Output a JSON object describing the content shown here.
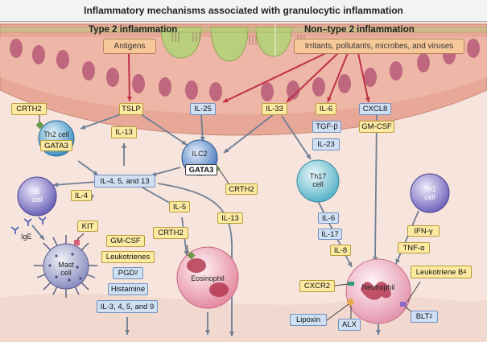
{
  "title": "Inflammatory mechanisms associated with granulocytic inflammation",
  "type2": {
    "heading": "Type 2 inflammation",
    "trigger": "Antigens"
  },
  "nontype2": {
    "heading": "Non–type 2 inflammation",
    "trigger": "Irritants, pollutants, microbes, and viruses"
  },
  "labels": {
    "crth2_th2": "CRTH2",
    "tslp": "TSLP",
    "il25": "IL-25",
    "il33": "IL-33",
    "il6_top": "IL-6",
    "cxcl8": "CXCL8",
    "gmcsf_top": "GM-CSF",
    "tgfb": "TGF-β",
    "il23": "IL-23",
    "gata3_th2": "GATA3",
    "il13_a": "IL-13",
    "gata3_ilc2": "GATA3",
    "il45and13": "IL-4, 5, and 13",
    "crth2_ilc2": "CRTH2",
    "il4": "IL-4",
    "il5": "IL-5",
    "il13_b": "IL-13",
    "kit": "KIT",
    "ige": "IgE",
    "gmcsf_mast": "GM-CSF",
    "leukotrienes": "Leukotrienes",
    "pgd2": "PGD",
    "pgd2_sub": "2",
    "histamine": "Histamine",
    "il3459": "IL-3, 4, 5, and 9",
    "crth2_eos": "CRTH2",
    "il6_mid": "IL-6",
    "il17": "IL-17",
    "il8": "IL-8",
    "ifng": "IFN-γ",
    "tnfa": "TNF-α",
    "ltb4": "Leukotriene B",
    "ltb4_sub": "4",
    "cxcr2": "CXCR2",
    "lipoxin": "Lipoxin",
    "alx": "ALX",
    "blt2": "BLT",
    "blt2_sub": "2"
  },
  "cells": {
    "th2": [
      "Th2 cell"
    ],
    "ilc2": [
      "ILC2"
    ],
    "b": [
      "B",
      "cell"
    ],
    "mast": [
      "Mast",
      "cell"
    ],
    "eos": [
      "Eosinophil"
    ],
    "th17": [
      "Th17",
      "cell"
    ],
    "th1": [
      "Th1",
      "cell"
    ],
    "neut": [
      "Neutrophil"
    ]
  },
  "colors": {
    "epithelium": "#e8a898",
    "nucleus": "#b85a78",
    "mucus": "#b9cf7e",
    "arrow_red": "#c0304a",
    "arrow_gray": "#6f7f93",
    "yellow_label": "#fce9a2",
    "blue_label": "#cfe0f4",
    "trigger": "#f7c89a"
  }
}
